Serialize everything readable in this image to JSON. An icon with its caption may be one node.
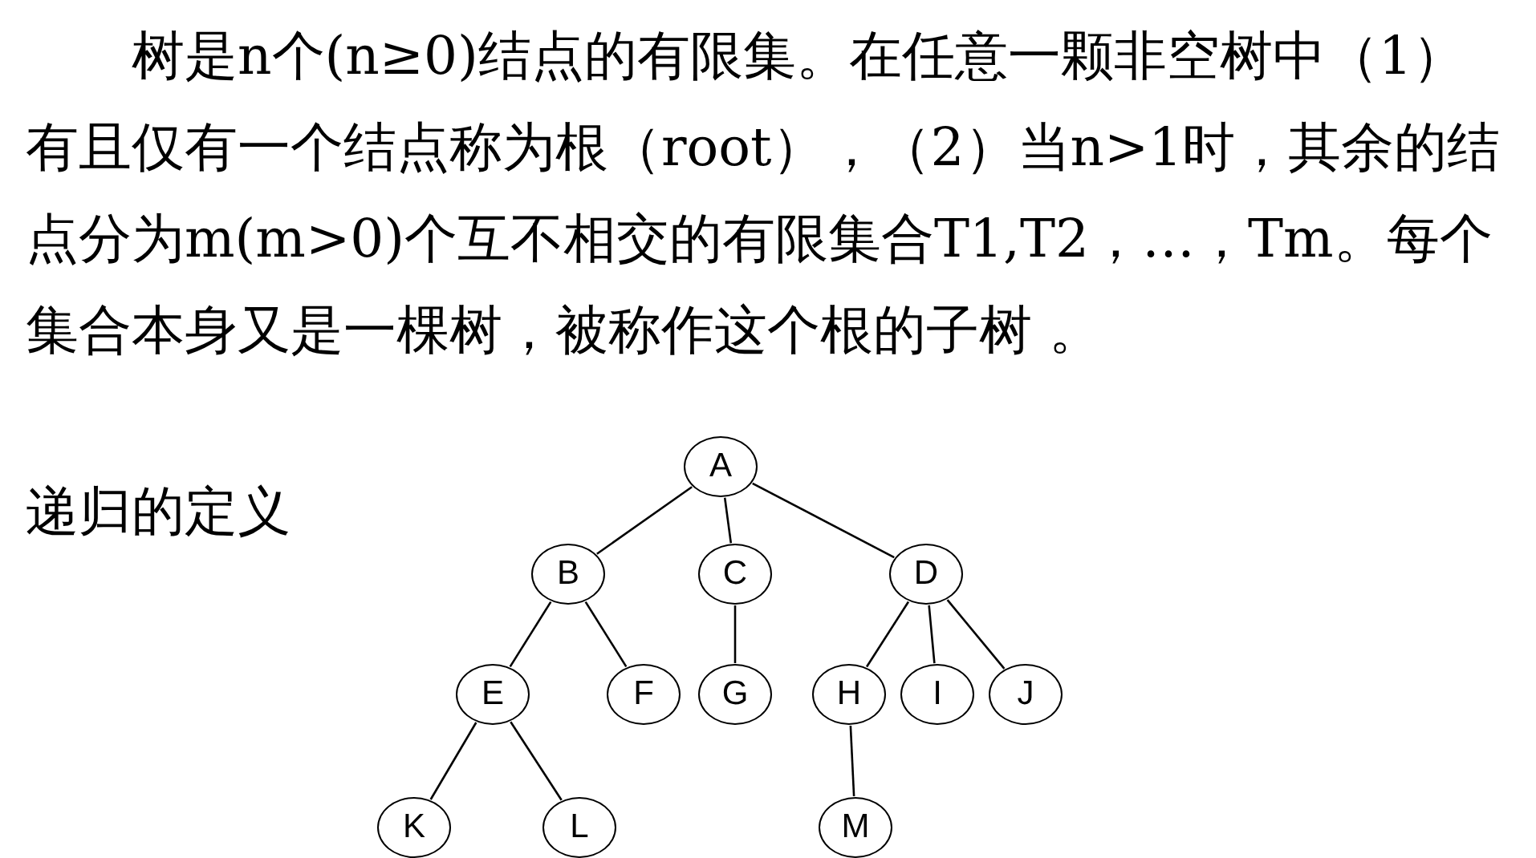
{
  "diagram": {
    "nodes": [
      {
        "text": [
          "A"
        ]
      },
      {
        "text": [
          "B"
        ]
      },
      {
        "text": [
          "C"
        ]
      },
      {
        "text": [
          "D"
        ]
      },
      {
        "text": [
          "E"
        ]
      },
      {
        "text": [
          "F"
        ]
      },
      {
        "text": [
          "G"
        ]
      },
      {
        "text": [
          "H"
        ]
      },
      {
        "text": [
          "I"
        ]
      },
      {
        "text": [
          "J"
        ]
      },
      {
        "text": [
          "K"
        ]
      },
      {
        "text": [
          "L"
        ]
      },
      {
        "text": [
          "M"
        ]
      }
    ],
    "edges": [
      {
        "from": 0,
        "to": 1,
        "arrow": "none"
      },
      {
        "from": 0,
        "to": 2,
        "arrow": "none"
      },
      {
        "from": 0,
        "to": 3,
        "arrow": "none"
      },
      {
        "from": 1,
        "to": 4,
        "arrow": "none"
      },
      {
        "from": 1,
        "to": 5,
        "arrow": "none"
      },
      {
        "from": 2,
        "to": 6,
        "arrow": "none"
      },
      {
        "from": 3,
        "to": 7,
        "arrow": "none"
      },
      {
        "from": 3,
        "to": 8,
        "arrow": "none"
      },
      {
        "from": 3,
        "to": 9,
        "arrow": "none"
      },
      {
        "from": 4,
        "to": 10,
        "arrow": "none"
      },
      {
        "from": 4,
        "to": 11,
        "arrow": "none"
      },
      {
        "from": 7,
        "to": 12,
        "arrow": "none"
      }
    ],
    "labels": [
      "树是n个(n≥0)结点的有限集。在任意一颗非空树中（1）有且仅有一个结点称为根（root），（2）当n>1时，其余的结点分为m(m>0)个互不相交的有限集合T1,T2，…，Tm。每个集合本身又是一棵树，被称作这个根的子树 。",
      "递归的定义"
    ]
  }
}
